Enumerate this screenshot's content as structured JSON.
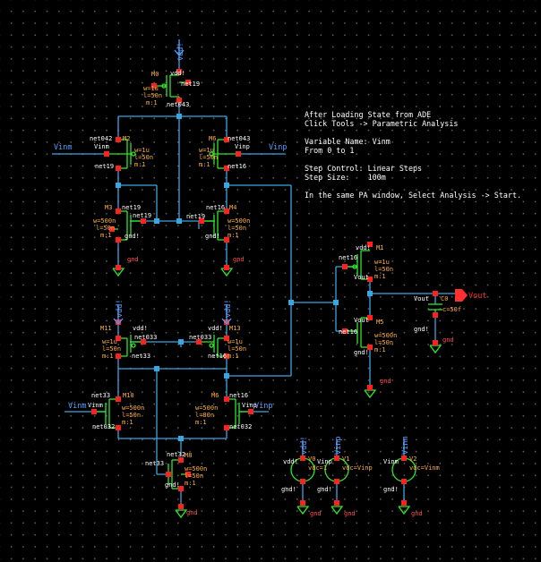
{
  "notes": [
    "After Loading State from ADE",
    "Click Tools -> Parametric Analysis",
    "Variable Name: Vinm",
    "From 0 to 1",
    "Step Control: Linear Steps",
    "Step Size:    100m",
    "In the same PA window, Select Analysis -> Start."
  ],
  "colors": {
    "wire": "#3aa6e0",
    "device": "#2ee82e",
    "pin": "#ff2020",
    "label": "#ffffff",
    "param": "#ffb040",
    "ext": "#5aa0ff",
    "out": "#ff3030"
  },
  "pins": {
    "vdd": "vdd!",
    "gnd": "gnd!",
    "gnd_sym": "gnd",
    "vinm": "Vinm",
    "vinp": "Vinp",
    "vout": "Vout",
    "vout_pin": "Vout"
  },
  "nets": {
    "net19": "net19",
    "net043": "net043",
    "net042": "net042",
    "net16": "net16",
    "net033": "net033",
    "net32": "net32",
    "net032": "net032",
    "net33": "net33"
  },
  "devices": {
    "m0": {
      "name": "M0",
      "w": "w=1u",
      "l": "l=50n",
      "m": "m:1"
    },
    "m2": {
      "name": "M2",
      "w": "w=1u",
      "l": "l=50n",
      "m": "m:1"
    },
    "m6": {
      "name": "M6",
      "w": "w=1u",
      "l": "l=50n",
      "m": "m:1"
    },
    "m3": {
      "name": "M3",
      "w": "w=500n",
      "l": "l=50n",
      "m": "m:1"
    },
    "m4": {
      "name": "M4",
      "w": "w=500n",
      "l": "l=50n",
      "m": "m:1"
    },
    "m11": {
      "name": "M11",
      "w": "w=1u",
      "l": "l=50n",
      "m": "m:1"
    },
    "m13": {
      "name": "M13",
      "w": "w=1u",
      "l": "l=50n",
      "m": "m:1"
    },
    "m10": {
      "name": "M10",
      "w": "w=500n",
      "l": "l=50n",
      "m": "m:1"
    },
    "m9": {
      "name": "M6",
      "w": "w=500n",
      "l": "l=80n",
      "m": "m:1"
    },
    "m8": {
      "name": "M8",
      "w": "w=500n",
      "l": "l=50n",
      "m": "m:1"
    },
    "m1": {
      "name": "M1",
      "w": "w=1u",
      "l": "l=50n",
      "m": "m:1"
    },
    "m5": {
      "name": "M5",
      "w": "w=500n",
      "l": "l=50n",
      "m": "m:1"
    }
  },
  "sources": {
    "v0": {
      "name": "V0",
      "param": "vdc=1"
    },
    "v1": {
      "name": "V1",
      "param": "vdc=Vinp"
    },
    "v2": {
      "name": "V2",
      "param": "vdc=Vinm"
    }
  },
  "cap": {
    "name": "C0",
    "param": "c=50f"
  }
}
